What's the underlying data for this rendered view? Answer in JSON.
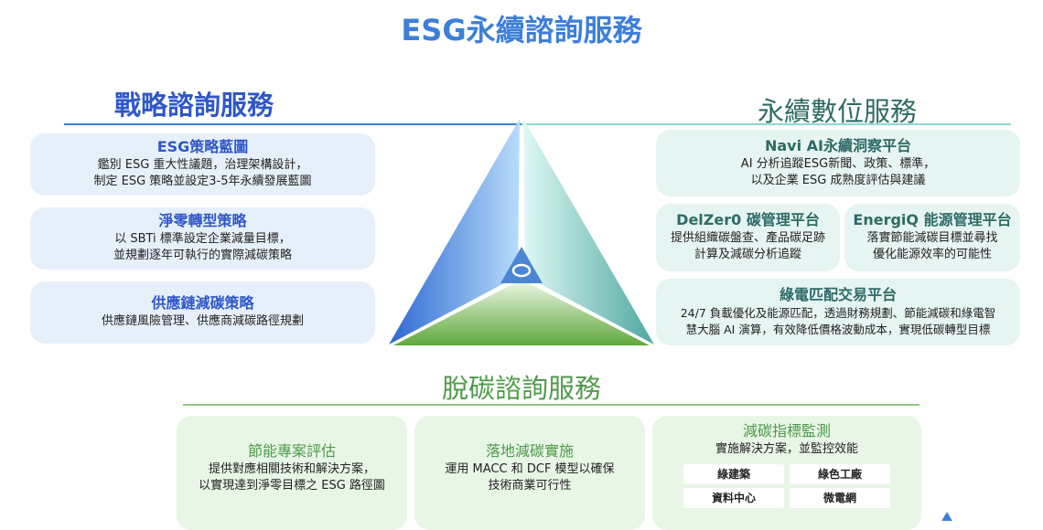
{
  "title": "ESG永續諮詢服務",
  "strategy": {
    "heading": "戰略諮詢服務",
    "items": [
      {
        "title": "ESG策略藍圖",
        "lines": [
          "鑑別 ESG 重大性議題，治理架構設計，",
          "制定 ESG 策略並設定3-5年永續發展藍圖"
        ]
      },
      {
        "title": "淨零轉型策略",
        "lines": [
          "以 SBTi 標準設定企業減量目標，",
          "並規劃逐年可執行的實際減碳策略"
        ]
      },
      {
        "title": "供應鏈減碳策略",
        "lines": [
          "供應鏈風險管理、供應商減碳路徑規劃"
        ]
      }
    ]
  },
  "digital": {
    "heading": "永續數位服務",
    "items": [
      {
        "title": "Navi AI永續洞察平台",
        "lines": [
          "AI 分析追蹤ESG新聞、政策、標準，",
          "以及企業 ESG 成熟度評估與建議"
        ]
      },
      {
        "title": "DelZer0 碳管理平台",
        "lines": [
          "提供組織碳盤查、產品碳足跡",
          "計算及減碳分析追蹤"
        ]
      },
      {
        "title": "EnergiQ 能源管理平台",
        "lines": [
          "落實節能減碳目標並尋找",
          "優化能源效率的可能性"
        ]
      },
      {
        "title": "綠電匹配交易平台",
        "lines": [
          "24/7 負載優化及能源匹配，透過財務規劃、節能減碳和綠電智",
          "慧大腦 AI 演算，有效降低價格波動成本，實現低碳轉型目標"
        ]
      }
    ]
  },
  "decarb": {
    "heading": "脫碳諮詢服務",
    "items": [
      {
        "title": "節能專案評估",
        "lines": [
          "提供對應相關技術和解決方案，",
          "以實現達到淨零目標之 ESG 路徑圖"
        ]
      },
      {
        "title": "落地減碳實施",
        "lines": [
          "運用 MACC 和 DCF 模型以確保",
          "技術商業可行性"
        ]
      },
      {
        "title": "減碳指標監測",
        "lines": [
          "實施解決方案，並監控效能"
        ],
        "tags": [
          "綠建築",
          "綠色工廠",
          "資料中心",
          "微電網"
        ]
      }
    ]
  }
}
